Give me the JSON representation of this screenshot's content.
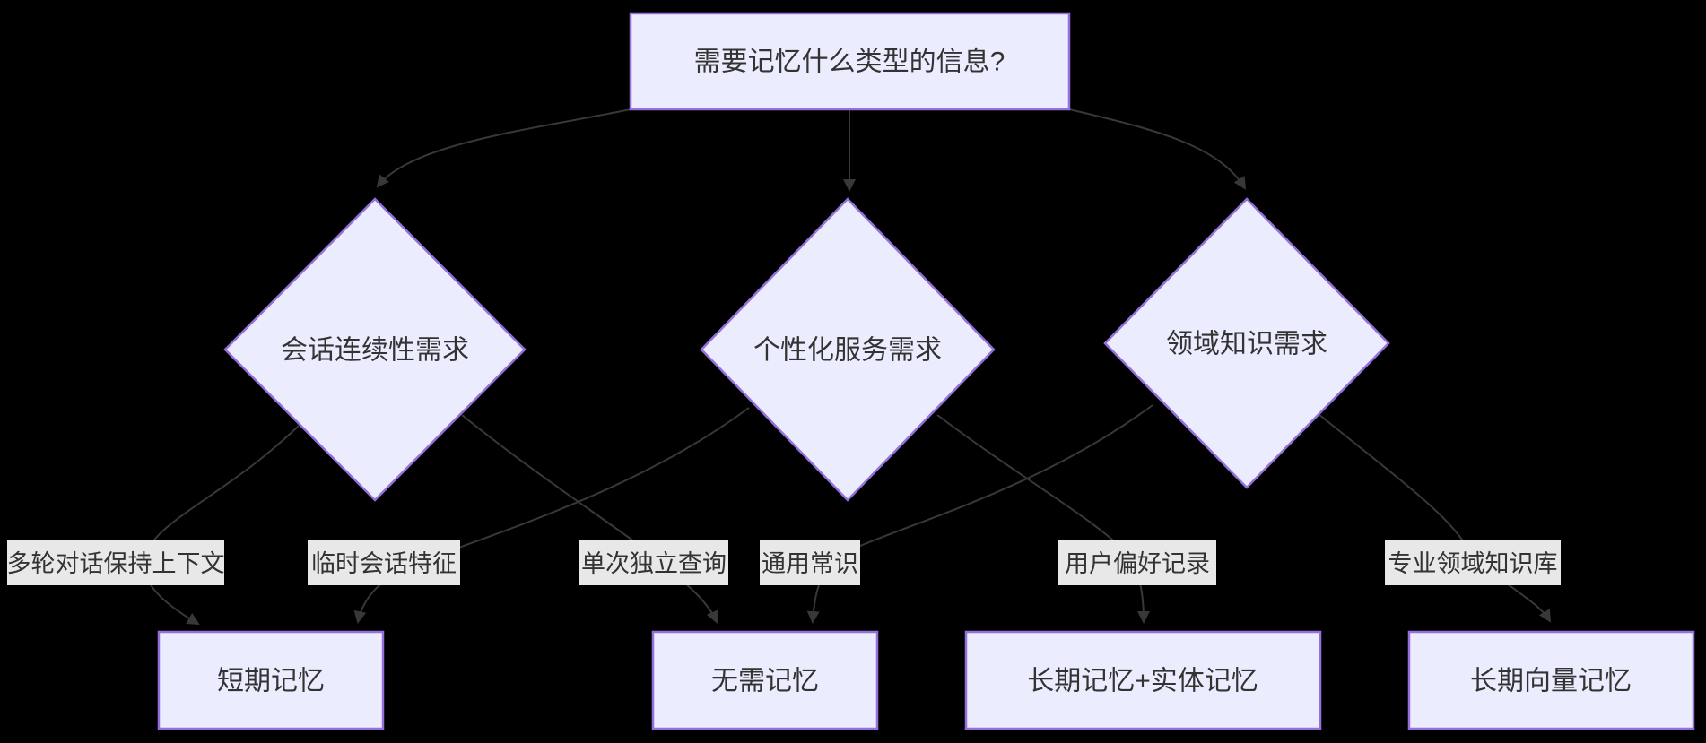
{
  "flow": {
    "background_color": "#000000",
    "node_fill": "#ECECFF",
    "node_border_color": "#9370DB",
    "edge_color": "#383838",
    "edge_label_bg": "#E8E8E8",
    "text_color": "#333333",
    "root": {
      "label": "需要记忆什么类型的信息?"
    },
    "decisions": [
      {
        "label": "会话连续性需求"
      },
      {
        "label": "个性化服务需求"
      },
      {
        "label": "领域知识需求"
      }
    ],
    "edge_labels": [
      {
        "label": "多轮对话保持上下文"
      },
      {
        "label": "临时会话特征"
      },
      {
        "label": "单次独立查询"
      },
      {
        "label": "通用常识"
      },
      {
        "label": "用户偏好记录"
      },
      {
        "label": "专业领域知识库"
      }
    ],
    "outcomes": [
      {
        "label": "短期记忆"
      },
      {
        "label": "无需记忆"
      },
      {
        "label": "长期记忆+实体记忆"
      },
      {
        "label": "长期向量记忆"
      }
    ],
    "connections": [
      {
        "from": "需要记忆什么类型的信息?",
        "label": "",
        "to": "会话连续性需求"
      },
      {
        "from": "需要记忆什么类型的信息?",
        "label": "",
        "to": "个性化服务需求"
      },
      {
        "from": "需要记忆什么类型的信息?",
        "label": "",
        "to": "领域知识需求"
      },
      {
        "from": "会话连续性需求",
        "label": "多轮对话保持上下文",
        "to": "短期记忆"
      },
      {
        "from": "会话连续性需求",
        "label": "单次独立查询",
        "to": "无需记忆"
      },
      {
        "from": "个性化服务需求",
        "label": "临时会话特征",
        "to": "短期记忆"
      },
      {
        "from": "个性化服务需求",
        "label": "用户偏好记录",
        "to": "长期记忆+实体记忆"
      },
      {
        "from": "领域知识需求",
        "label": "通用常识",
        "to": "无需记忆"
      },
      {
        "from": "领域知识需求",
        "label": "专业领域知识库",
        "to": "长期向量记忆"
      }
    ]
  }
}
